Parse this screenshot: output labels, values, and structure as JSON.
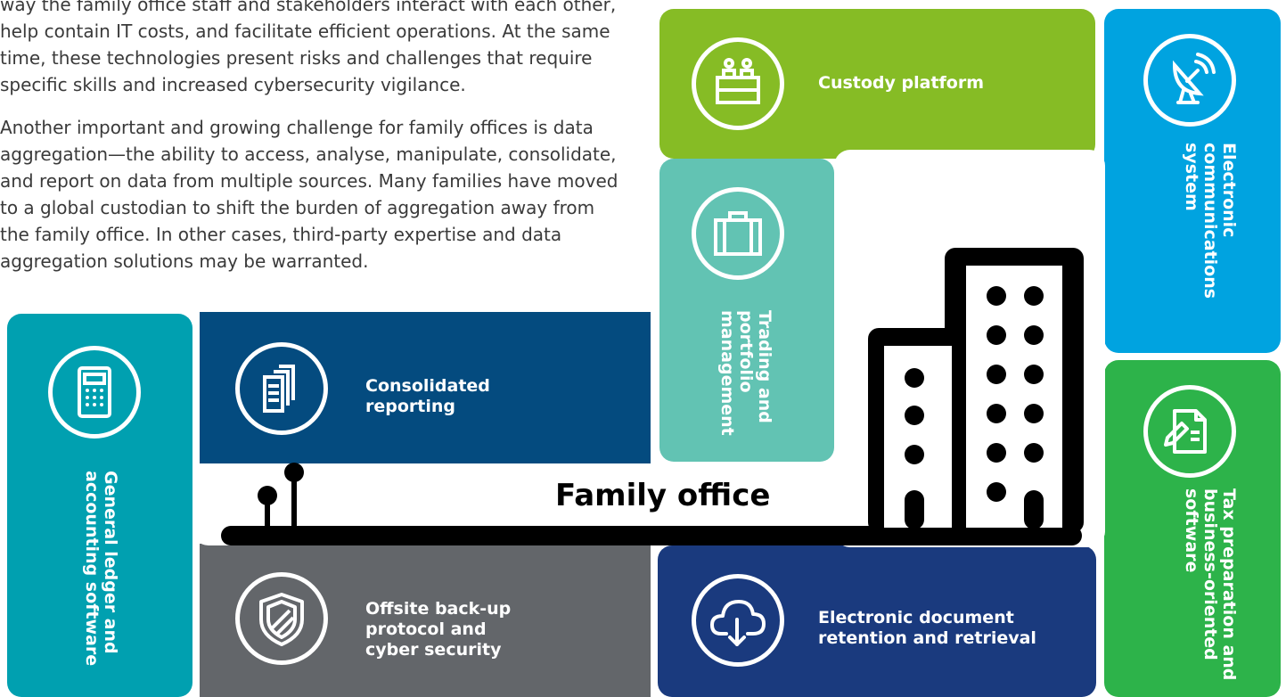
{
  "intro_text": {
    "paragraph1": "way the family office staff and stakeholders interact with each other, help contain IT costs, and facilitate efficient operations. At the same time, these technologies present risks and challenges that require specific skills and increased cybersecurity vigilance.",
    "paragraph2": "Another important and growing challenge for family offices is data aggregation—the ability to access, analyse, manipulate, consolidate, and report on data from multiple sources. Many families have moved to a global custodian to shift the burden of aggregation away from the family office. In other cases, third-party expertise and data aggregation solutions may be warranted."
  },
  "diagram": {
    "center_label": "Family office",
    "tiles": {
      "custody": {
        "label": "Custody platform",
        "icon": "custody-building-icon",
        "color": "#86BC25"
      },
      "electronic_comms": {
        "label_lines": [
          "Electronic",
          "communications",
          "system"
        ],
        "icon": "satellite-dish-icon",
        "color": "#00A3E0"
      },
      "trading": {
        "label_lines": [
          "Trading and",
          "portfolio",
          "management"
        ],
        "icon": "briefcase-icon",
        "color": "#62C3B3"
      },
      "consolidated": {
        "label_lines": [
          "Consolidated",
          "reporting"
        ],
        "icon": "documents-icon",
        "color": "#044B7F"
      },
      "general_ledger": {
        "label_lines": [
          "General ledger and",
          "accounting software"
        ],
        "icon": "calculator-icon",
        "color": "#00A0B0"
      },
      "tax": {
        "label_lines": [
          "Tax preparation and",
          "business-oriented",
          "software"
        ],
        "icon": "tax-document-icon",
        "color": "#2DB34A"
      },
      "offsite": {
        "label_lines": [
          "Offsite back-up",
          "protocol and",
          "cyber security"
        ],
        "icon": "shield-icon",
        "color": "#63666A"
      },
      "edr": {
        "label_lines": [
          "Electronic document",
          "retention and retrieval"
        ],
        "icon": "cloud-download-icon",
        "color": "#1A3A7E"
      }
    }
  }
}
